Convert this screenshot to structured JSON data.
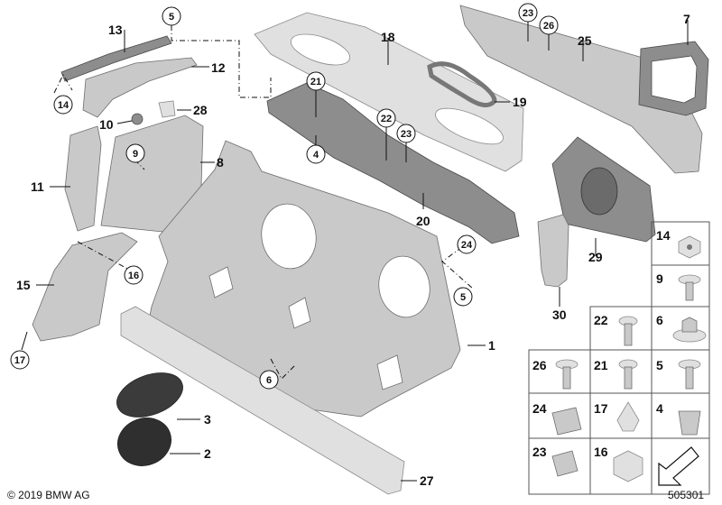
{
  "footer": {
    "copyright": "© 2019 BMW AG",
    "diagram_number": "505301"
  },
  "callouts": {
    "c1": "1",
    "c2": "2",
    "c3": "3",
    "c4": "4",
    "c5a": "5",
    "c5b": "5",
    "c6": "6",
    "c7": "7",
    "c8": "8",
    "c9": "9",
    "c10": "10",
    "c11": "11",
    "c12": "12",
    "c13": "13",
    "c14": "14",
    "c15": "15",
    "c16": "16",
    "c17": "17",
    "c18": "18",
    "c19": "19",
    "c20": "20",
    "c21": "21",
    "c22": "22",
    "c23a": "23",
    "c23b": "23",
    "c24": "24",
    "c25": "25",
    "c26": "26",
    "c27": "27",
    "c28": "28",
    "c29": "29",
    "c30": "30"
  },
  "fastener_grid": {
    "cells": {
      "g14": "14",
      "g9": "9",
      "g22": "22",
      "g6": "6",
      "g26": "26",
      "g21": "21",
      "g5": "5",
      "g24": "24",
      "g17": "17",
      "g4": "4",
      "g23": "23",
      "g16": "16"
    }
  }
}
